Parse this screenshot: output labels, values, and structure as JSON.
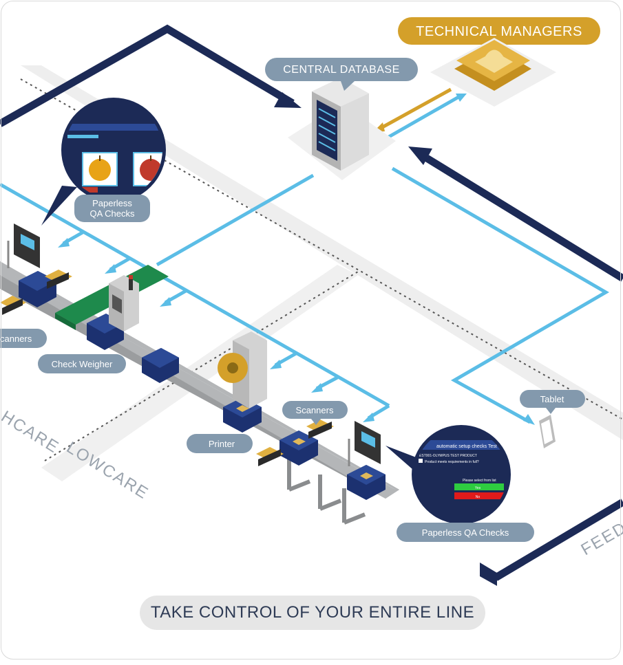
{
  "labels": {
    "technical_managers": "TECHNICAL MANAGERS",
    "central_database": "CENTRAL DATABASE",
    "paperless_qa_top_line1": "Paperless",
    "paperless_qa_top_line2": "QA Checks",
    "scanners_left": "canners",
    "check_weigher": "Check Weigher",
    "scanners": "Scanners",
    "printer": "Printer",
    "tablet": "Tablet",
    "paperless_qa_bottom": "Paperless QA Checks",
    "zone_highcare": "HCARE",
    "zone_lowcare": "LOWCARE",
    "zone_feed": "FEED"
  },
  "screen": {
    "header": "automatic setup checks Test",
    "product": "TEST001-OLYMPUS TEST PRODUCT",
    "check": "Product meets requirements in full?",
    "prompt": "Please select from list",
    "yes": "Yes",
    "no": "No"
  },
  "footer": {
    "title": "TAKE CONTROL OF YOUR ENTIRE LINE"
  },
  "colors": {
    "navy": "#1c2a56",
    "sky": "#5bbde6",
    "gold": "#d4a02a",
    "pill": "#8399ad",
    "belt": "#a7a9ab",
    "box": "#1c3170",
    "green_tray": "#1e8a4c"
  }
}
